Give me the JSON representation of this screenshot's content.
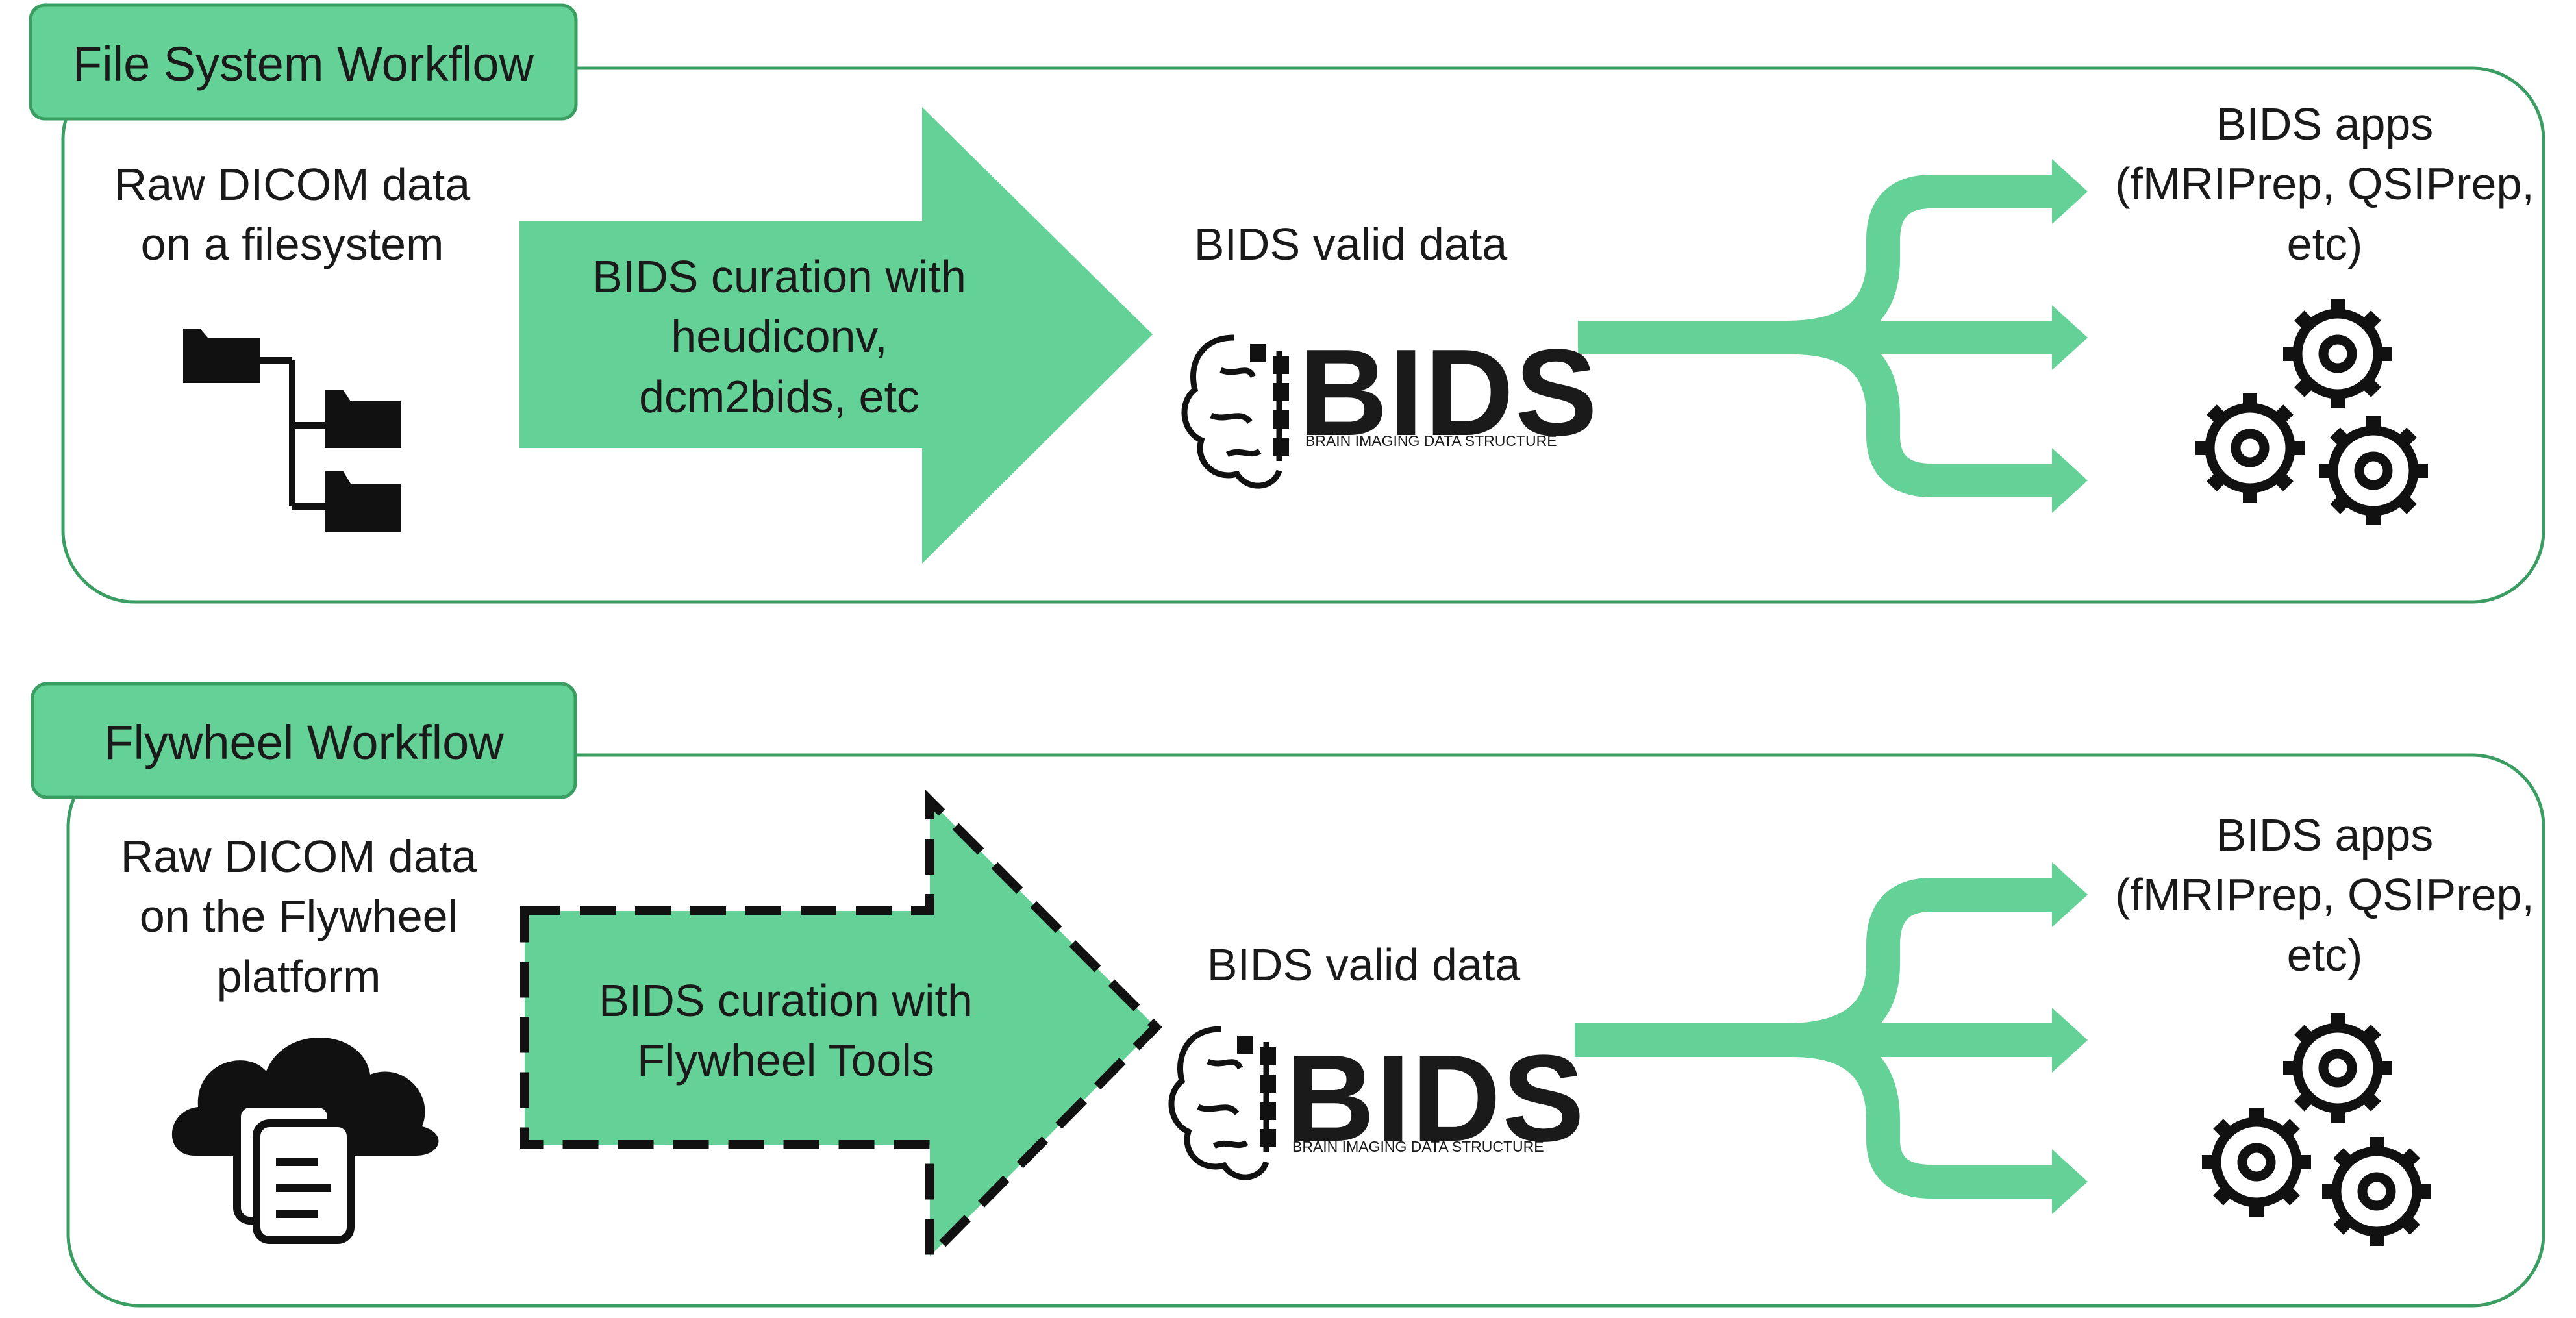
{
  "colors": {
    "accent": "#64D196",
    "border": "#3A9E63",
    "label_bg": "#64D196",
    "icon": "#111111"
  },
  "workflows": [
    {
      "label": "File System Workflow",
      "source_text": "Raw DICOM data\non a filesystem",
      "source_icon": "folder-tree-icon",
      "curation_text": "BIDS curation with\nheudiconv,\ndcm2bids, etc",
      "curation_style": "solid",
      "valid_text": "BIDS valid data",
      "logo_text": "BIDS",
      "logo_subtext": "BRAIN IMAGING DATA STRUCTURE",
      "apps_text": "BIDS apps\n(fMRIPrep, QSIPrep,\netc)",
      "apps_icon": "gears-icon"
    },
    {
      "label": "Flywheel Workflow",
      "source_text": "Raw DICOM data\non the Flywheel\nplatform",
      "source_icon": "cloud-documents-icon",
      "curation_text": "BIDS curation with\nFlywheel Tools",
      "curation_style": "dashed",
      "valid_text": "BIDS valid data",
      "logo_text": "BIDS",
      "logo_subtext": "BRAIN IMAGING DATA STRUCTURE",
      "apps_text": "BIDS apps\n(fMRIPrep, QSIPrep,\netc)",
      "apps_icon": "gears-icon"
    }
  ]
}
